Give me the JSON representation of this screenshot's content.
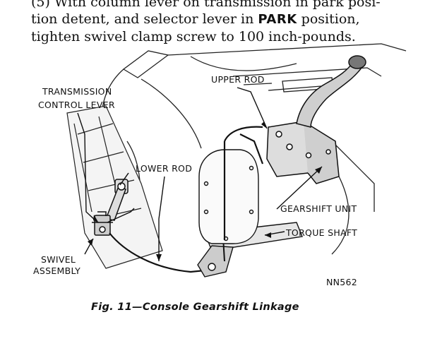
{
  "intro": {
    "line1": "(5)  With column lever on transmission in park posi-",
    "line2_before": "tion detent, and selector lever in ",
    "line2_bold": "PARK",
    "line2_after": " position,",
    "line3": "tighten swivel clamp screw to 100 inch-pounds."
  },
  "figure": {
    "labels": {
      "upper_rod": "UPPER ROD",
      "transmission_control_lever_1": "TRANSMISSION",
      "transmission_control_lever_2": "CONTROL LEVER",
      "lower_rod": "LOWER ROD",
      "gearshift_unit": "GEARSHIFT UNIT",
      "torque_shaft": "TORQUE SHAFT",
      "swivel_assembly_1": "SWIVEL",
      "swivel_assembly_2": "ASSEMBLY",
      "figure_id": "NN562"
    },
    "caption": "Fig. 11—Console Gearshift Linkage"
  }
}
